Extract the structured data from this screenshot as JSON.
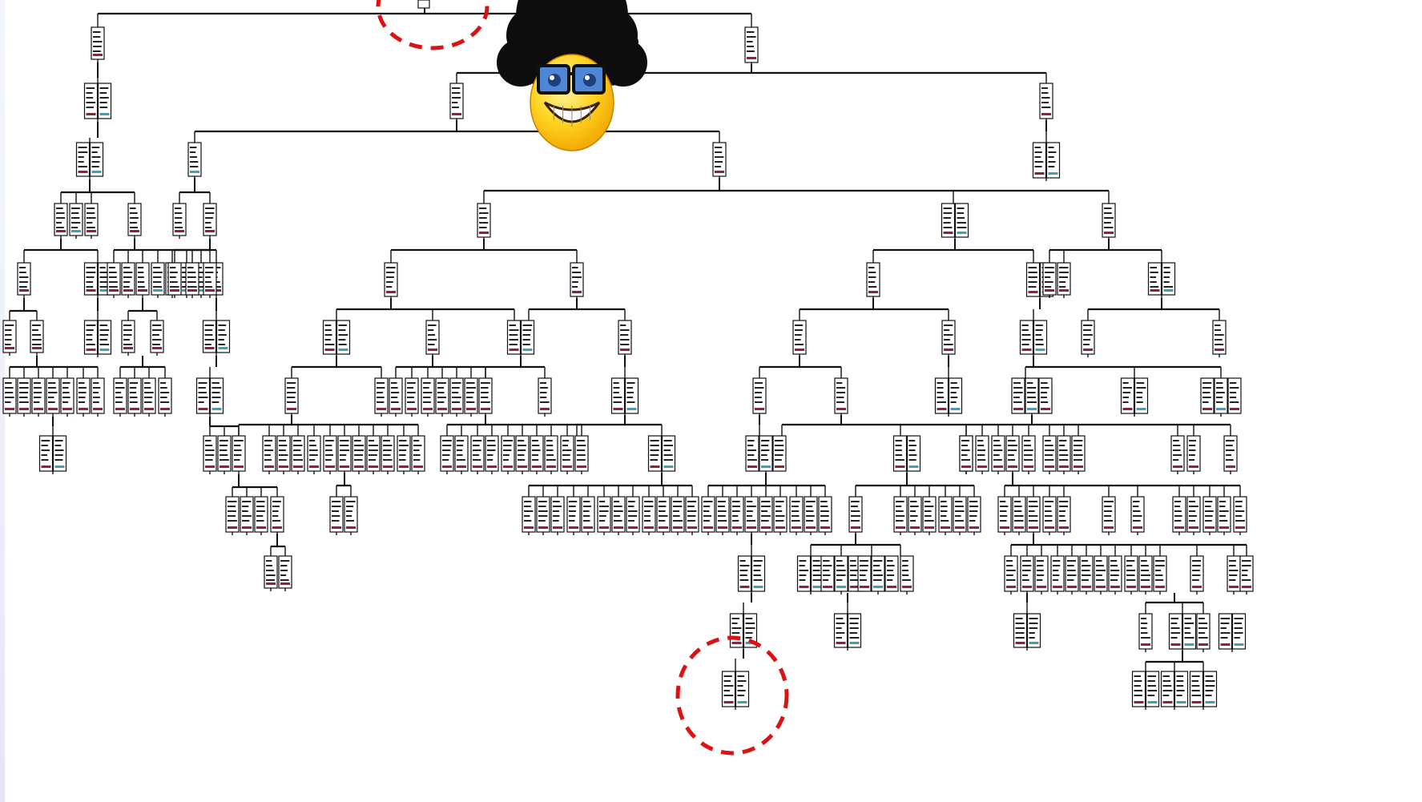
{
  "diagram": {
    "type": "decision-tree",
    "node_fill": "#ffffff",
    "node_stroke": "#111111",
    "edge_color": "#111111",
    "class_colors": [
      "#9b1b3d",
      "#3aa0c8"
    ],
    "highlight_color": "#dd1111",
    "background": "#ffffff"
  },
  "mascot": {
    "icon": "smiley-afro-glasses-icon",
    "skin": "#ffd21f",
    "hair": "#0d0d0d",
    "lens": "#4f86d6"
  },
  "highlights": [
    {
      "name": "root-highlight-circle",
      "style": "dashed"
    },
    {
      "name": "deep-leaf-highlight-circle",
      "style": "dashed"
    }
  ]
}
